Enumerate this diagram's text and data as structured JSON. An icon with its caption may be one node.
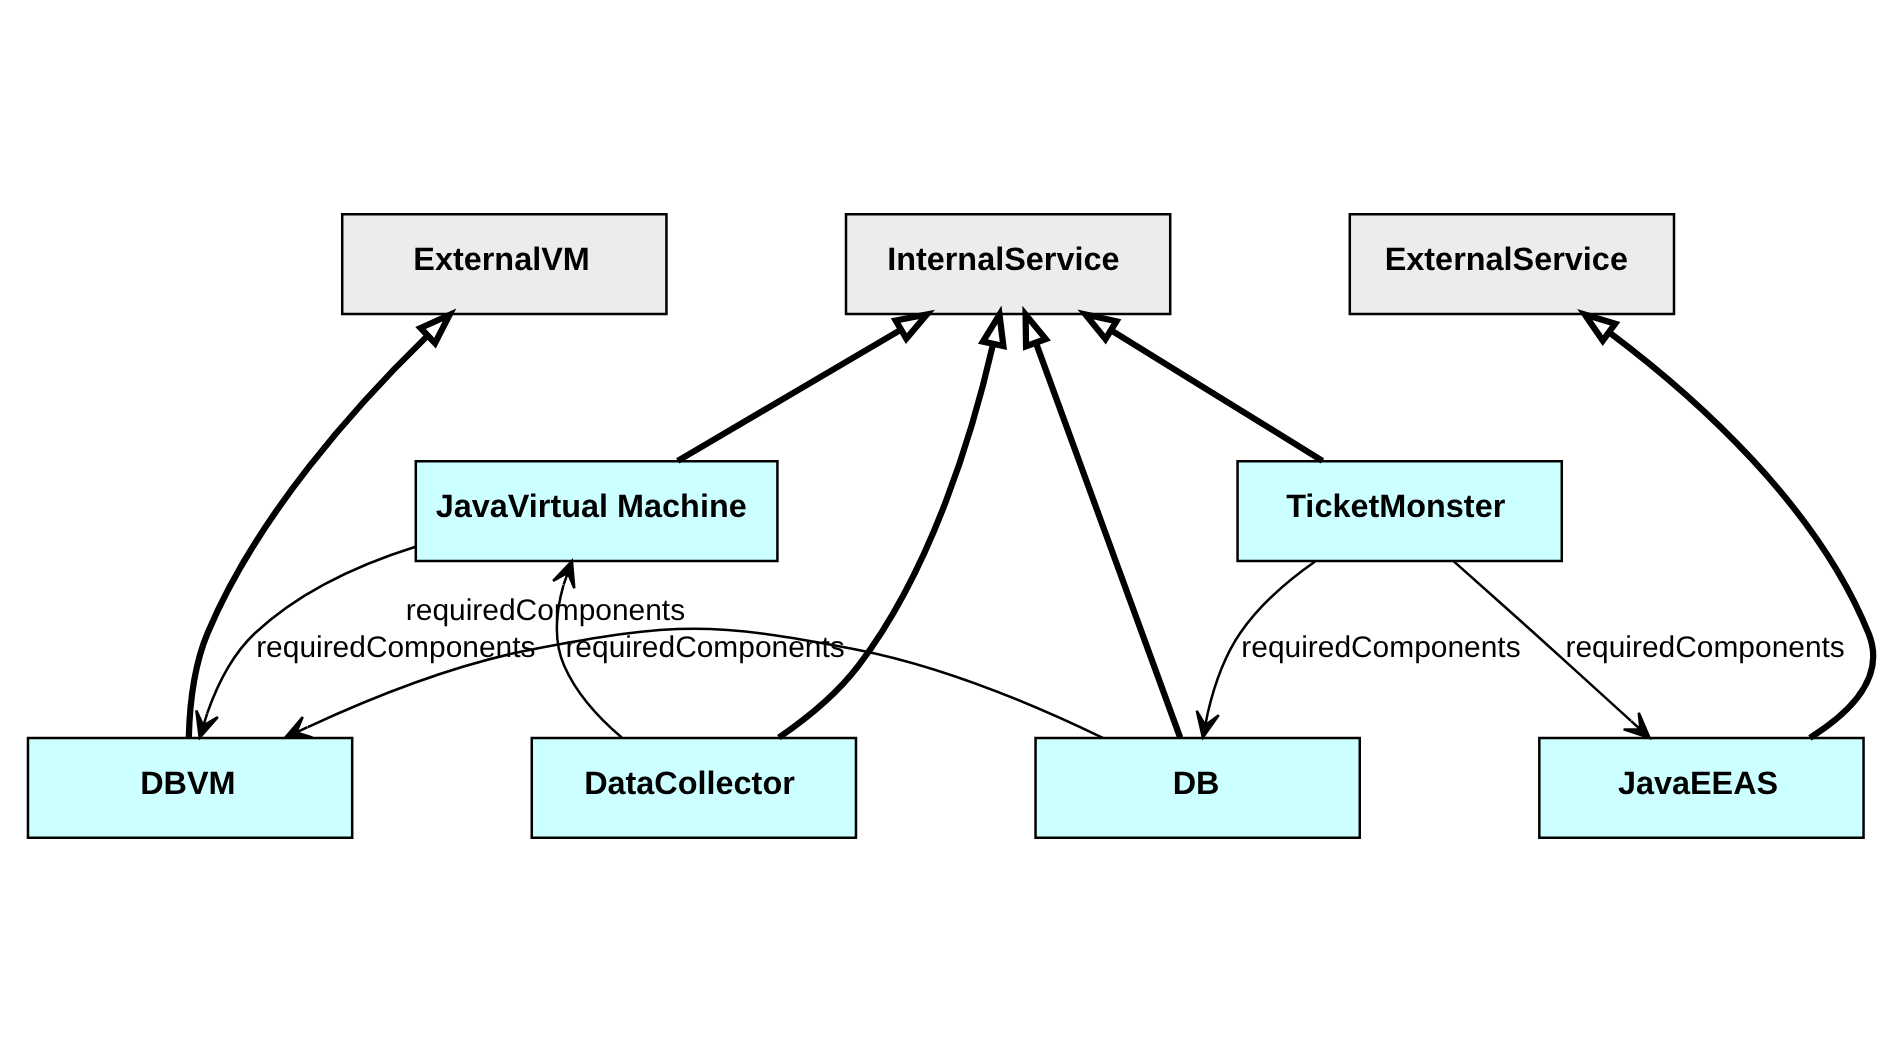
{
  "diagram": {
    "nodes": [
      {
        "text": [
          "ExternalVM"
        ]
      },
      {
        "text": [
          "InternalService"
        ]
      },
      {
        "text": [
          "ExternalService"
        ]
      },
      {
        "text": [
          "JavaVirtual Machine"
        ]
      },
      {
        "text": [
          "TicketMonster"
        ]
      },
      {
        "text": [
          "DBVM"
        ]
      },
      {
        "text": [
          "DataCollector"
        ]
      },
      {
        "text": [
          "DB"
        ]
      },
      {
        "text": [
          "JavaEEAS"
        ]
      }
    ],
    "edges": [
      {
        "from": 5,
        "to": 0,
        "arrow": "to"
      },
      {
        "from": 3,
        "to": 1,
        "arrow": "to"
      },
      {
        "from": 6,
        "to": 1,
        "arrow": "to"
      },
      {
        "from": 7,
        "to": 1,
        "arrow": "to"
      },
      {
        "from": 4,
        "to": 1,
        "arrow": "to"
      },
      {
        "from": 8,
        "to": 2,
        "arrow": "to"
      },
      {
        "from": 3,
        "to": 5,
        "arrow": "to",
        "label": "requiredComponents"
      },
      {
        "from": 6,
        "to": 3,
        "arrow": "to",
        "label": "requiredComponents"
      },
      {
        "from": 4,
        "to": 7,
        "arrow": "to",
        "label": "requiredComponents"
      },
      {
        "from": 4,
        "to": 8,
        "arrow": "to",
        "label": "requiredComponents"
      },
      {
        "from": 7,
        "to": 5,
        "arrow": "to",
        "label": "requiredComponents"
      }
    ]
  }
}
